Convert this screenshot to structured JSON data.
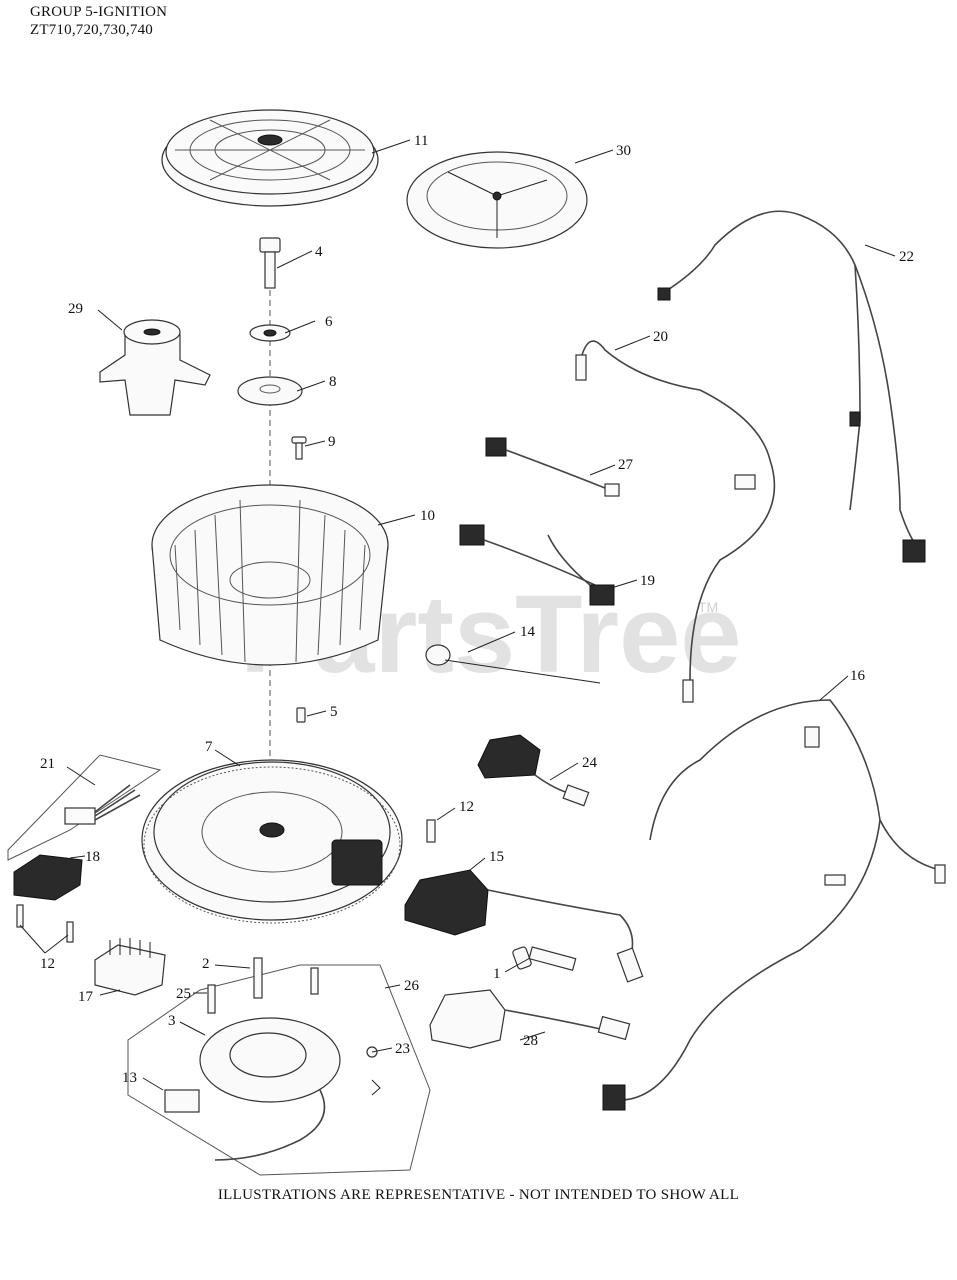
{
  "header": {
    "line1": "GROUP 5-IGNITION",
    "line2": "ZT710,720,730,740"
  },
  "footer": "ILLUSTRATIONS ARE REPRESENTATIVE - NOT INTENDED TO SHOW ALL",
  "watermark": {
    "text": "PartsTree",
    "tm": "TM"
  },
  "callouts": {
    "c11": "11",
    "c30": "30",
    "c22": "22",
    "c4": "4",
    "c29": "29",
    "c6": "6",
    "c20": "20",
    "c8": "8",
    "c9": "9",
    "c27": "27",
    "c10": "10",
    "c19": "19",
    "c14": "14",
    "c16": "16",
    "c5": "5",
    "c7": "7",
    "c24": "24",
    "c21": "21",
    "c12a": "12",
    "c15": "15",
    "c18": "18",
    "c12b": "12",
    "c1": "1",
    "c2": "2",
    "c26": "26",
    "c17": "17",
    "c25": "25",
    "c3": "3",
    "c23": "23",
    "c28": "28",
    "c13": "13"
  }
}
